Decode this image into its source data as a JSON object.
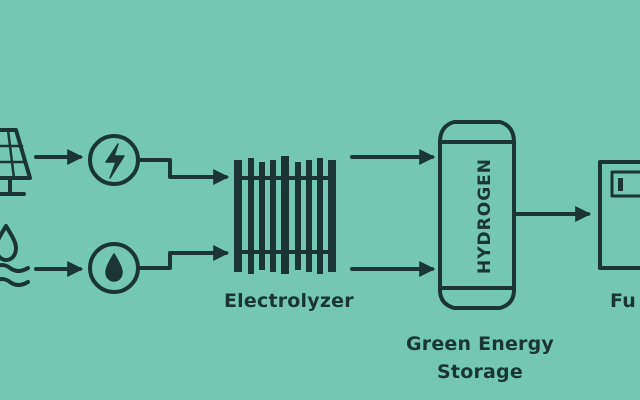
{
  "colors": {
    "background": "#74c8b3",
    "ink": "#1b3536"
  },
  "icons": {
    "solar": "solar-panel-icon",
    "water": "water-drop-wave-icon",
    "electricity": "lightning-bolt-icon",
    "water_drop": "water-drop-icon",
    "electrolyzer": "electrolyzer-icon",
    "tank": "hydrogen-tank-icon",
    "fuel_cell": "fuel-cell-icon"
  },
  "labels": {
    "electrolyzer": "Electrolyzer",
    "storage_line1": "Green Energy",
    "storage_line2": "Storage",
    "tank_text": "HYDROGEN",
    "fuel": "Fu"
  }
}
